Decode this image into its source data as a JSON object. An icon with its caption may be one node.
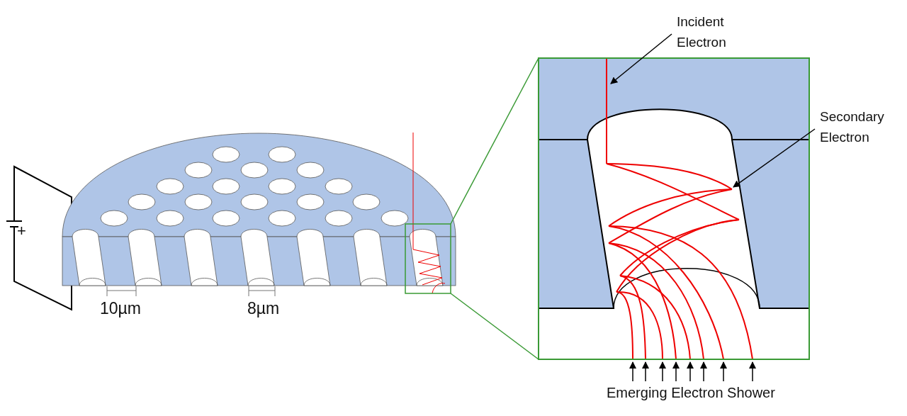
{
  "diagram": {
    "nodes": [
      {
        "text": [
          "Incident Electron"
        ]
      },
      {
        "text": [
          "Secondary Electron"
        ]
      }
    ],
    "edges": [
      {
        "from": 0,
        "to": null,
        "arrow": "to"
      },
      {
        "from": 1,
        "to": null,
        "arrow": "to"
      }
    ],
    "labels": [
      "+",
      "10µm",
      "8µm",
      "Emerging Electron Shower"
    ]
  }
}
